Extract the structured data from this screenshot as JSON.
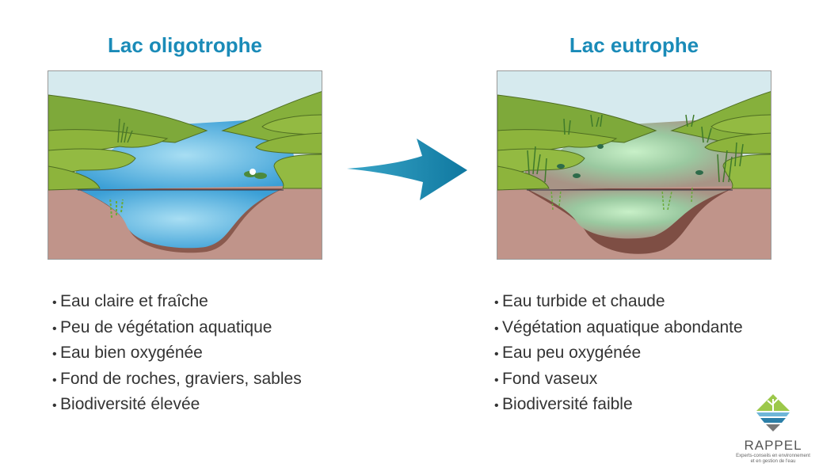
{
  "left": {
    "title": "Lac oligotrophe",
    "items": [
      "Eau claire et fraîche",
      "Peu de végétation aquatique",
      "Eau bien oxygénée",
      "Fond de roches, graviers, sables",
      "Biodiversité élevée"
    ]
  },
  "right": {
    "title": "Lac eutrophe",
    "items": [
      "Eau turbide et chaude",
      "Végétation aquatique abondante",
      "Eau peu oxygénée",
      "Fond vaseux",
      "Biodiversité faible"
    ]
  },
  "colors": {
    "title": "#1a8bb8",
    "arrow": "#1483a8",
    "sky": "#d6eaee",
    "grass": "#8db43c",
    "ground": "#c0948a",
    "water": "#4fb0e0"
  },
  "logo": {
    "name": "RAPPEL",
    "tagline_1": "Experts-conseils en environnement",
    "tagline_2": "et en gestion de l'eau"
  }
}
